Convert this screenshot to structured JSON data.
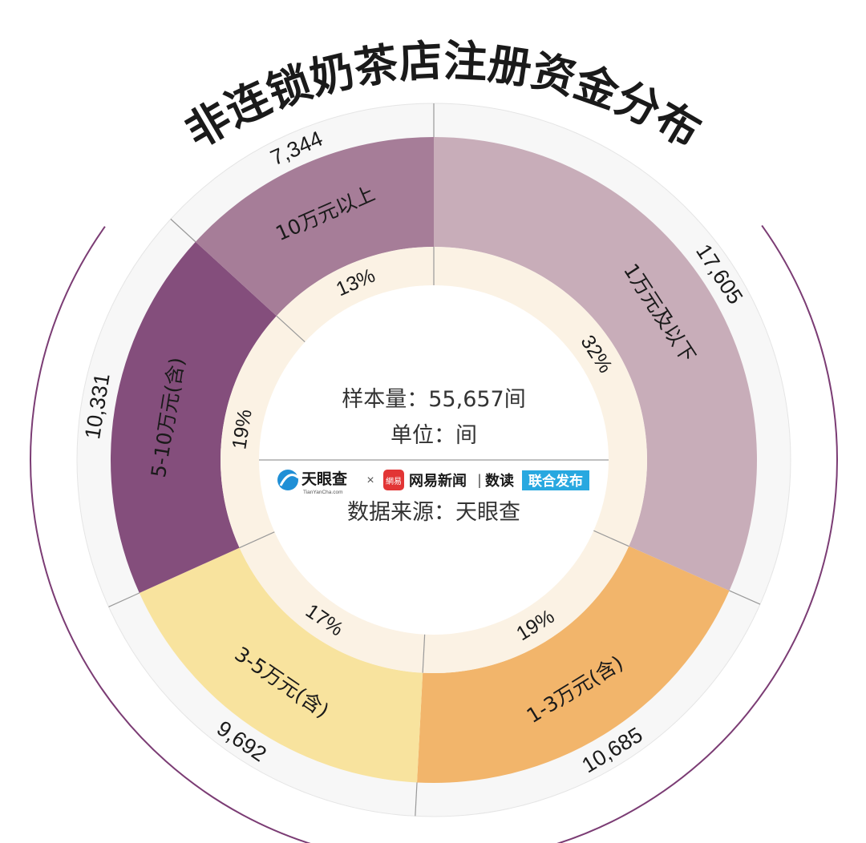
{
  "chart_data": {
    "type": "pie",
    "title": "非连锁奶茶店注册资金分布",
    "categories": [
      "1万元及以下",
      "1-3万元(含)",
      "3-5万元(含)",
      "5-10万元(含)",
      "10万元以上"
    ],
    "values": [
      17605,
      10685,
      9692,
      10331,
      7344
    ],
    "value_labels": [
      "17,605",
      "10,685",
      "9,692",
      "10,331",
      "7,344"
    ],
    "percent_labels": [
      "32%",
      "19%",
      "17%",
      "19%",
      "13%"
    ]
  },
  "center": {
    "sample_label": "样本量：55,657间",
    "unit_label": "单位：间",
    "source_label": "数据来源：天眼查"
  },
  "logos": {
    "tianyancha_name": "天眼查",
    "tianyancha_domain": "TianYanCha.com",
    "times_sign": "×",
    "netease_badge": "網易",
    "netease_news": "网易新闻",
    "divider": "|",
    "shudu": "数读",
    "joint_release": "联合发布"
  },
  "colors": {
    "segments": [
      "#c8adb9",
      "#f2b56b",
      "#f8e39e",
      "#844e7c",
      "#a67d98"
    ],
    "outer_ring": "#f7f7f7",
    "inner_ring": "#fbf2e4",
    "frame_arc": "#7b3c74",
    "divider_lines": "#999999",
    "badge_blue": "#28a8e0",
    "badge_red": "#e23535",
    "logo_blue": "#1f8fd6"
  }
}
